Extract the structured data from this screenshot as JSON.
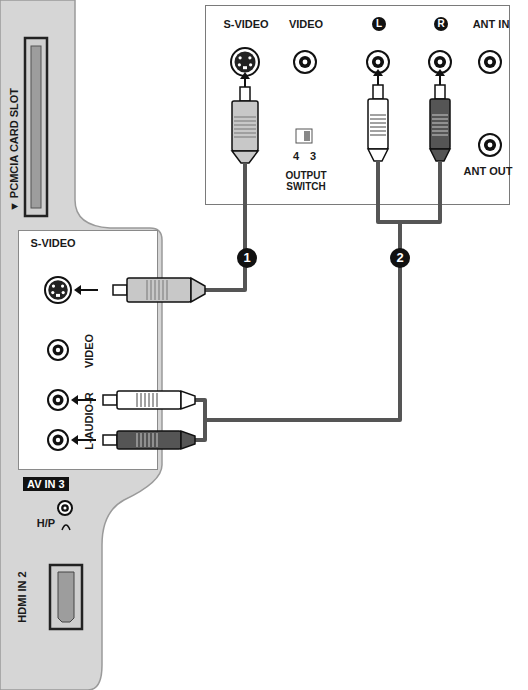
{
  "diagram": {
    "nodes": [
      {
        "text": [
          "S-VIDEO",
          "VIDEO",
          "L",
          "R",
          "ANT IN",
          "4",
          "3",
          "OUTPUT SWITCH",
          "ANT OUT"
        ]
      },
      {
        "text": [
          "▼ PCMCIA CARD SLOT",
          "H/P",
          "HDMI IN 2"
        ]
      },
      {
        "text": [
          "S-VIDEO",
          "VIDEO",
          "L-AUDIO-R",
          "AV IN 3"
        ],
        "in": 1
      }
    ],
    "edges": [
      {
        "from": 0,
        "to": 2,
        "arrow": "none",
        "label": "1"
      },
      {
        "from": 0,
        "to": 2,
        "arrow": "none",
        "label": "2"
      }
    ]
  }
}
